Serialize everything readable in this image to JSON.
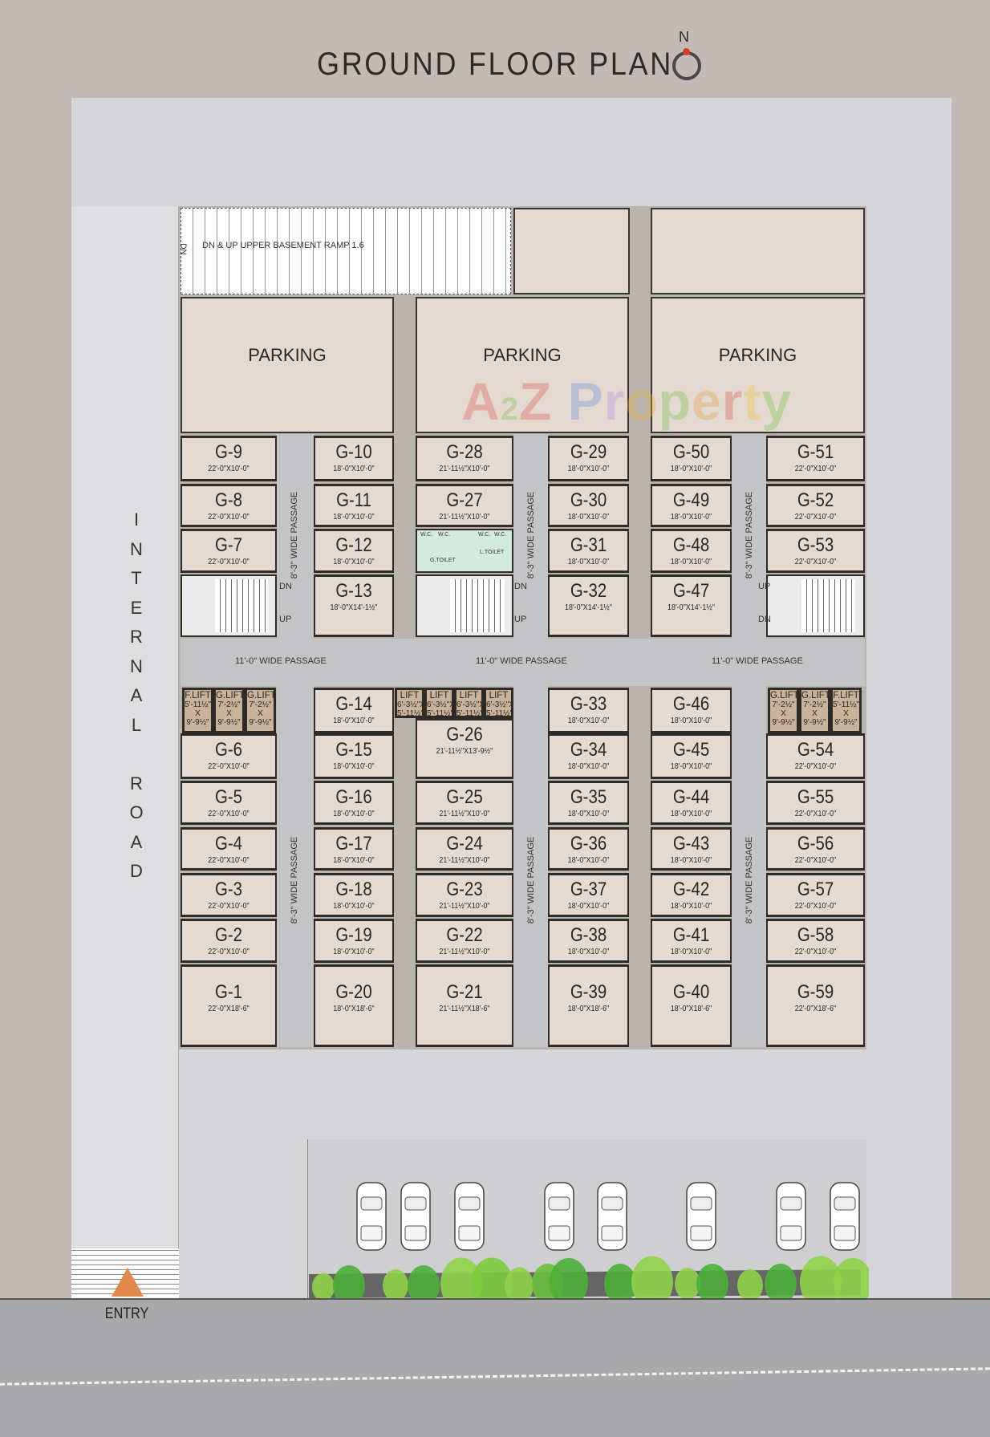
{
  "title": "GROUND FLOOR PLAN",
  "compass": {
    "label": "N",
    "icon": "north-arrow-icon"
  },
  "internal_road": "INTERNAL ROAD",
  "ramp": {
    "label": "DN & UP UPPER BASEMENT RAMP 1.6",
    "dn": "DN"
  },
  "parking_labels": [
    "PARKING",
    "PARKING",
    "PARKING"
  ],
  "watermark": "A2Z Property",
  "passages": {
    "vertical": "8'-3\" WIDE PASSAGE",
    "horizontal": "11'-0\" WIDE PASSAGE"
  },
  "stairs": {
    "dn": "DN",
    "up": "UP"
  },
  "toilets": {
    "wc": "W.C.",
    "g_toilet": "G.TOILET",
    "l_toilet": "L.TOILET"
  },
  "entry": "ENTRY",
  "colors": {
    "unit": "#e4dad1",
    "wall": "#2e2a27",
    "passage": "#c4c4c6",
    "lift": "#c9b39b",
    "toilet": "#d5eadf",
    "entry_arrow": "#e0894a",
    "trees": "#6fbf3c"
  },
  "upper_units": {
    "col_a": [
      {
        "id": "G-9",
        "size": "22'-0\"X10'-0\""
      },
      {
        "id": "G-8",
        "size": "22'-0\"X10'-0\""
      },
      {
        "id": "G-7",
        "size": "22'-0\"X10'-0\""
      }
    ],
    "col_b": [
      {
        "id": "G-10",
        "size": "18'-0\"X10'-0\""
      },
      {
        "id": "G-11",
        "size": "18'-0\"X10'-0\""
      },
      {
        "id": "G-12",
        "size": "18'-0\"X10'-0\""
      },
      {
        "id": "G-13",
        "size": "18'-0\"X14'-1½\""
      }
    ],
    "col_c": [
      {
        "id": "G-28",
        "size": "21'-11½\"X10'-0\""
      },
      {
        "id": "G-27",
        "size": "21'-11½\"X10'-0\""
      }
    ],
    "col_d": [
      {
        "id": "G-29",
        "size": "18'-0\"X10'-0\""
      },
      {
        "id": "G-30",
        "size": "18'-0\"X10'-0\""
      },
      {
        "id": "G-31",
        "size": "18'-0\"X10'-0\""
      },
      {
        "id": "G-32",
        "size": "18'-0\"X14'-1½\""
      }
    ],
    "col_e": [
      {
        "id": "G-50",
        "size": "18'-0\"X10'-0\""
      },
      {
        "id": "G-49",
        "size": "18'-0\"X10'-0\""
      },
      {
        "id": "G-48",
        "size": "18'-0\"X10'-0\""
      },
      {
        "id": "G-47",
        "size": "18'-0\"X14'-1½\""
      }
    ],
    "col_f": [
      {
        "id": "G-51",
        "size": "22'-0\"X10'-0\""
      },
      {
        "id": "G-52",
        "size": "22'-0\"X10'-0\""
      },
      {
        "id": "G-53",
        "size": "22'-0\"X10'-0\""
      }
    ]
  },
  "lower_units": {
    "col_a": [
      {
        "id": "G-6",
        "size": "22'-0\"X10'-0\""
      },
      {
        "id": "G-5",
        "size": "22'-0\"X10'-0\""
      },
      {
        "id": "G-4",
        "size": "22'-0\"X10'-0\""
      },
      {
        "id": "G-3",
        "size": "22'-0\"X10'-0\""
      },
      {
        "id": "G-2",
        "size": "22'-0\"X10'-0\""
      },
      {
        "id": "G-1",
        "size": "22'-0\"X18'-6\""
      }
    ],
    "col_b": [
      {
        "id": "G-14",
        "size": "18'-0\"X10'-0\""
      },
      {
        "id": "G-15",
        "size": "18'-0\"X10'-0\""
      },
      {
        "id": "G-16",
        "size": "18'-0\"X10'-0\""
      },
      {
        "id": "G-17",
        "size": "18'-0\"X10'-0\""
      },
      {
        "id": "G-18",
        "size": "18'-0\"X10'-0\""
      },
      {
        "id": "G-19",
        "size": "18'-0\"X10'-0\""
      },
      {
        "id": "G-20",
        "size": "18'-0\"X18'-6\""
      }
    ],
    "col_c": [
      {
        "id": "G-26",
        "size": "21'-11½\"X13'-9½\""
      },
      {
        "id": "G-25",
        "size": "21'-11½\"X10'-0\""
      },
      {
        "id": "G-24",
        "size": "21'-11½\"X10'-0\""
      },
      {
        "id": "G-23",
        "size": "21'-11½\"X10'-0\""
      },
      {
        "id": "G-22",
        "size": "21'-11½\"X10'-0\""
      },
      {
        "id": "G-21",
        "size": "21'-11½\"X18'-6\""
      }
    ],
    "col_d": [
      {
        "id": "G-33",
        "size": "18'-0\"X10'-0\""
      },
      {
        "id": "G-34",
        "size": "18'-0\"X10'-0\""
      },
      {
        "id": "G-35",
        "size": "18'-0\"X10'-0\""
      },
      {
        "id": "G-36",
        "size": "18'-0\"X10'-0\""
      },
      {
        "id": "G-37",
        "size": "18'-0\"X10'-0\""
      },
      {
        "id": "G-38",
        "size": "18'-0\"X10'-0\""
      },
      {
        "id": "G-39",
        "size": "18'-0\"X18'-6\""
      }
    ],
    "col_e": [
      {
        "id": "G-46",
        "size": "18'-0\"X10'-0\""
      },
      {
        "id": "G-45",
        "size": "18'-0\"X10'-0\""
      },
      {
        "id": "G-44",
        "size": "18'-0\"X10'-0\""
      },
      {
        "id": "G-43",
        "size": "18'-0\"X10'-0\""
      },
      {
        "id": "G-42",
        "size": "18'-0\"X10'-0\""
      },
      {
        "id": "G-41",
        "size": "18'-0\"X10'-0\""
      },
      {
        "id": "G-40",
        "size": "18'-0\"X18'-6\""
      }
    ],
    "col_f": [
      {
        "id": "G-54",
        "size": "22'-0\"X10'-0\""
      },
      {
        "id": "G-55",
        "size": "22'-0\"X10'-0\""
      },
      {
        "id": "G-56",
        "size": "22'-0\"X10'-0\""
      },
      {
        "id": "G-57",
        "size": "22'-0\"X10'-0\""
      },
      {
        "id": "G-58",
        "size": "22'-0\"X10'-0\""
      },
      {
        "id": "G-59",
        "size": "22'-0\"X18'-6\""
      }
    ]
  },
  "lifts": {
    "left": [
      {
        "name": "F.LIFT",
        "w": "5'-11½\"",
        "x": "X",
        "h": "9'-9½\""
      },
      {
        "name": "G.LIFT",
        "w": "7'-2½\"",
        "x": "X",
        "h": "9'-9½\""
      },
      {
        "name": "G.LIFT",
        "w": "7'-2½\"",
        "x": "X",
        "h": "9'-9½\""
      }
    ],
    "middle": [
      {
        "name": "LIFT",
        "w": "6'-3½\"X",
        "h": "5'-11½\""
      },
      {
        "name": "LIFT",
        "w": "6'-3½\"X",
        "h": "5'-11½\""
      },
      {
        "name": "LIFT",
        "w": "6'-3½\"X",
        "h": "5'-11½\""
      },
      {
        "name": "LIFT",
        "w": "6'-3½\"X",
        "h": "5'-11½\""
      }
    ],
    "right": [
      {
        "name": "G.LIFT",
        "w": "7'-2½\"",
        "x": "X",
        "h": "9'-9½\""
      },
      {
        "name": "G.LIFT",
        "w": "7'-2½\"",
        "x": "X",
        "h": "9'-9½\""
      },
      {
        "name": "F.LIFT",
        "w": "5'-11½\"",
        "x": "X",
        "h": "9'-9½\""
      }
    ]
  },
  "cars_count_icon": "car-icon",
  "trees_icon": "tree-icon"
}
